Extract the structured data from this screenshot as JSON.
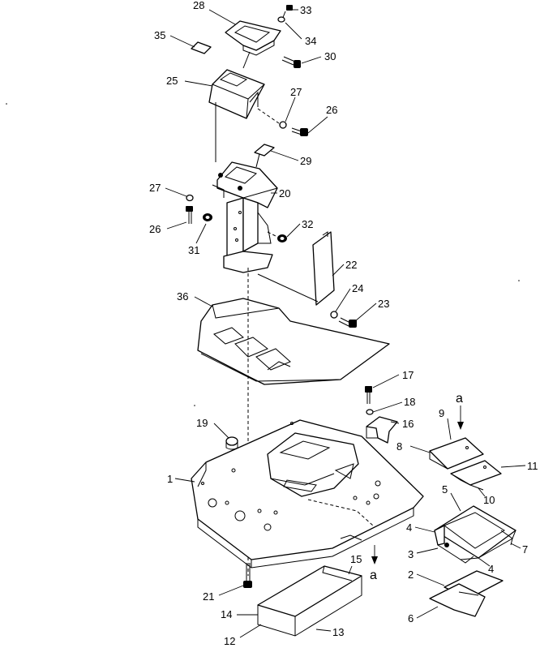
{
  "callouts": [
    {
      "id": "c1",
      "text": "1"
    },
    {
      "id": "c2",
      "text": "2"
    },
    {
      "id": "c3",
      "text": "3"
    },
    {
      "id": "c4a",
      "text": "4"
    },
    {
      "id": "c4b",
      "text": "4"
    },
    {
      "id": "c5",
      "text": "5"
    },
    {
      "id": "c6",
      "text": "6"
    },
    {
      "id": "c7",
      "text": "7"
    },
    {
      "id": "c8",
      "text": "8"
    },
    {
      "id": "c9",
      "text": "9"
    },
    {
      "id": "c10",
      "text": "10"
    },
    {
      "id": "c11",
      "text": "11"
    },
    {
      "id": "c12",
      "text": "12"
    },
    {
      "id": "c13",
      "text": "13"
    },
    {
      "id": "c14",
      "text": "14"
    },
    {
      "id": "c15",
      "text": "15"
    },
    {
      "id": "c16",
      "text": "16"
    },
    {
      "id": "c17",
      "text": "17"
    },
    {
      "id": "c18",
      "text": "18"
    },
    {
      "id": "c19",
      "text": "19"
    },
    {
      "id": "c20",
      "text": "20"
    },
    {
      "id": "c21",
      "text": "21"
    },
    {
      "id": "c22",
      "text": "22"
    },
    {
      "id": "c23",
      "text": "23"
    },
    {
      "id": "c24",
      "text": "24"
    },
    {
      "id": "c25",
      "text": "25"
    },
    {
      "id": "c26a",
      "text": "26"
    },
    {
      "id": "c26b",
      "text": "26"
    },
    {
      "id": "c27a",
      "text": "27"
    },
    {
      "id": "c27b",
      "text": "27"
    },
    {
      "id": "c28",
      "text": "28"
    },
    {
      "id": "c29",
      "text": "29"
    },
    {
      "id": "c30",
      "text": "30"
    },
    {
      "id": "c31",
      "text": "31"
    },
    {
      "id": "c32",
      "text": "32"
    },
    {
      "id": "c33",
      "text": "33"
    },
    {
      "id": "c34",
      "text": "34"
    },
    {
      "id": "c35",
      "text": "35"
    },
    {
      "id": "c36",
      "text": "36"
    }
  ],
  "view_arrows": [
    {
      "id": "va-top",
      "text": "a"
    },
    {
      "id": "va-bottom",
      "text": "a"
    }
  ]
}
